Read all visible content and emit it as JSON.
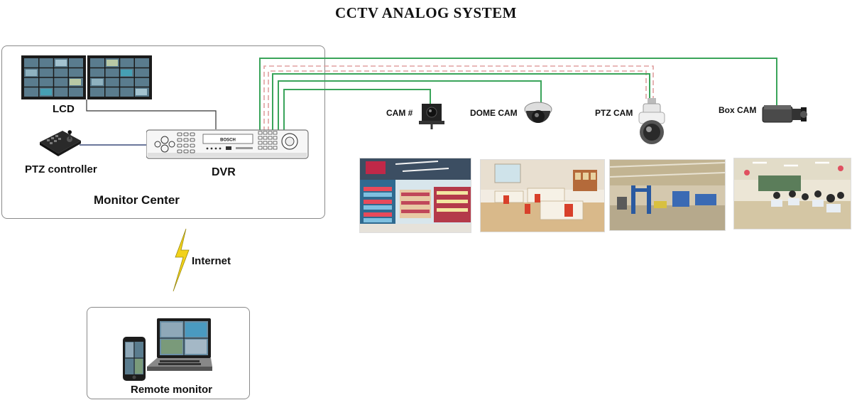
{
  "title": "CCTV ANALOG SYSTEM",
  "monitor_center": {
    "label": "Monitor Center",
    "lcd_label": "LCD",
    "ptz_controller_label": "PTZ controller",
    "dvr_label": "DVR",
    "dvr_brand": "BOSCH"
  },
  "cameras": [
    {
      "label": "CAM #"
    },
    {
      "label": "DOME CAM"
    },
    {
      "label": "PTZ CAM"
    },
    {
      "label": "Box CAM"
    }
  ],
  "internet_label": "Internet",
  "remote_monitor_label": "Remote monitor",
  "colors": {
    "video_cable": "#3aa45a",
    "control_cable": "#e0a0a0",
    "signal_cable": "#333333",
    "controller_cable": "#3a4a7a",
    "lightning": "#f2d21a"
  }
}
